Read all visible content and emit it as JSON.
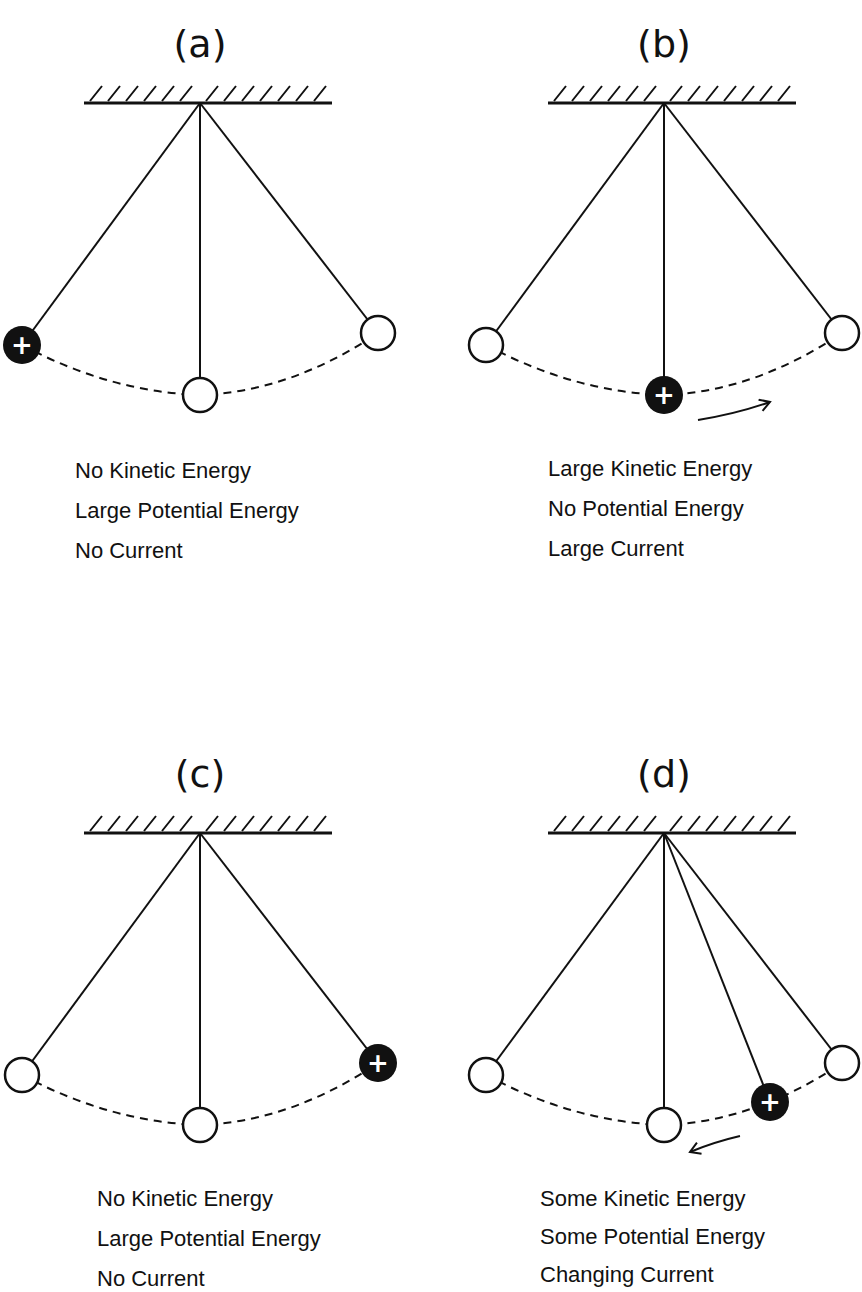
{
  "diagram": {
    "nodes": [
      {
        "text": [
          "+"
        ]
      },
      {
        "text": [
          "+"
        ]
      },
      {
        "text": [
          "+"
        ]
      },
      {
        "text": [
          "+"
        ]
      }
    ],
    "labels": [
      "(a)",
      "No Kinetic Energy",
      "Large Potential Energy",
      "No Current",
      "(b)",
      "Large Kinetic Energy",
      "No Potential Energy",
      "Large Current",
      "(c)",
      "No Kinetic Energy",
      "Large Potential Energy",
      "No Current",
      "(d)",
      "Some Kinetic Energy",
      "Some Potential Energy",
      "Changing Current"
    ]
  }
}
